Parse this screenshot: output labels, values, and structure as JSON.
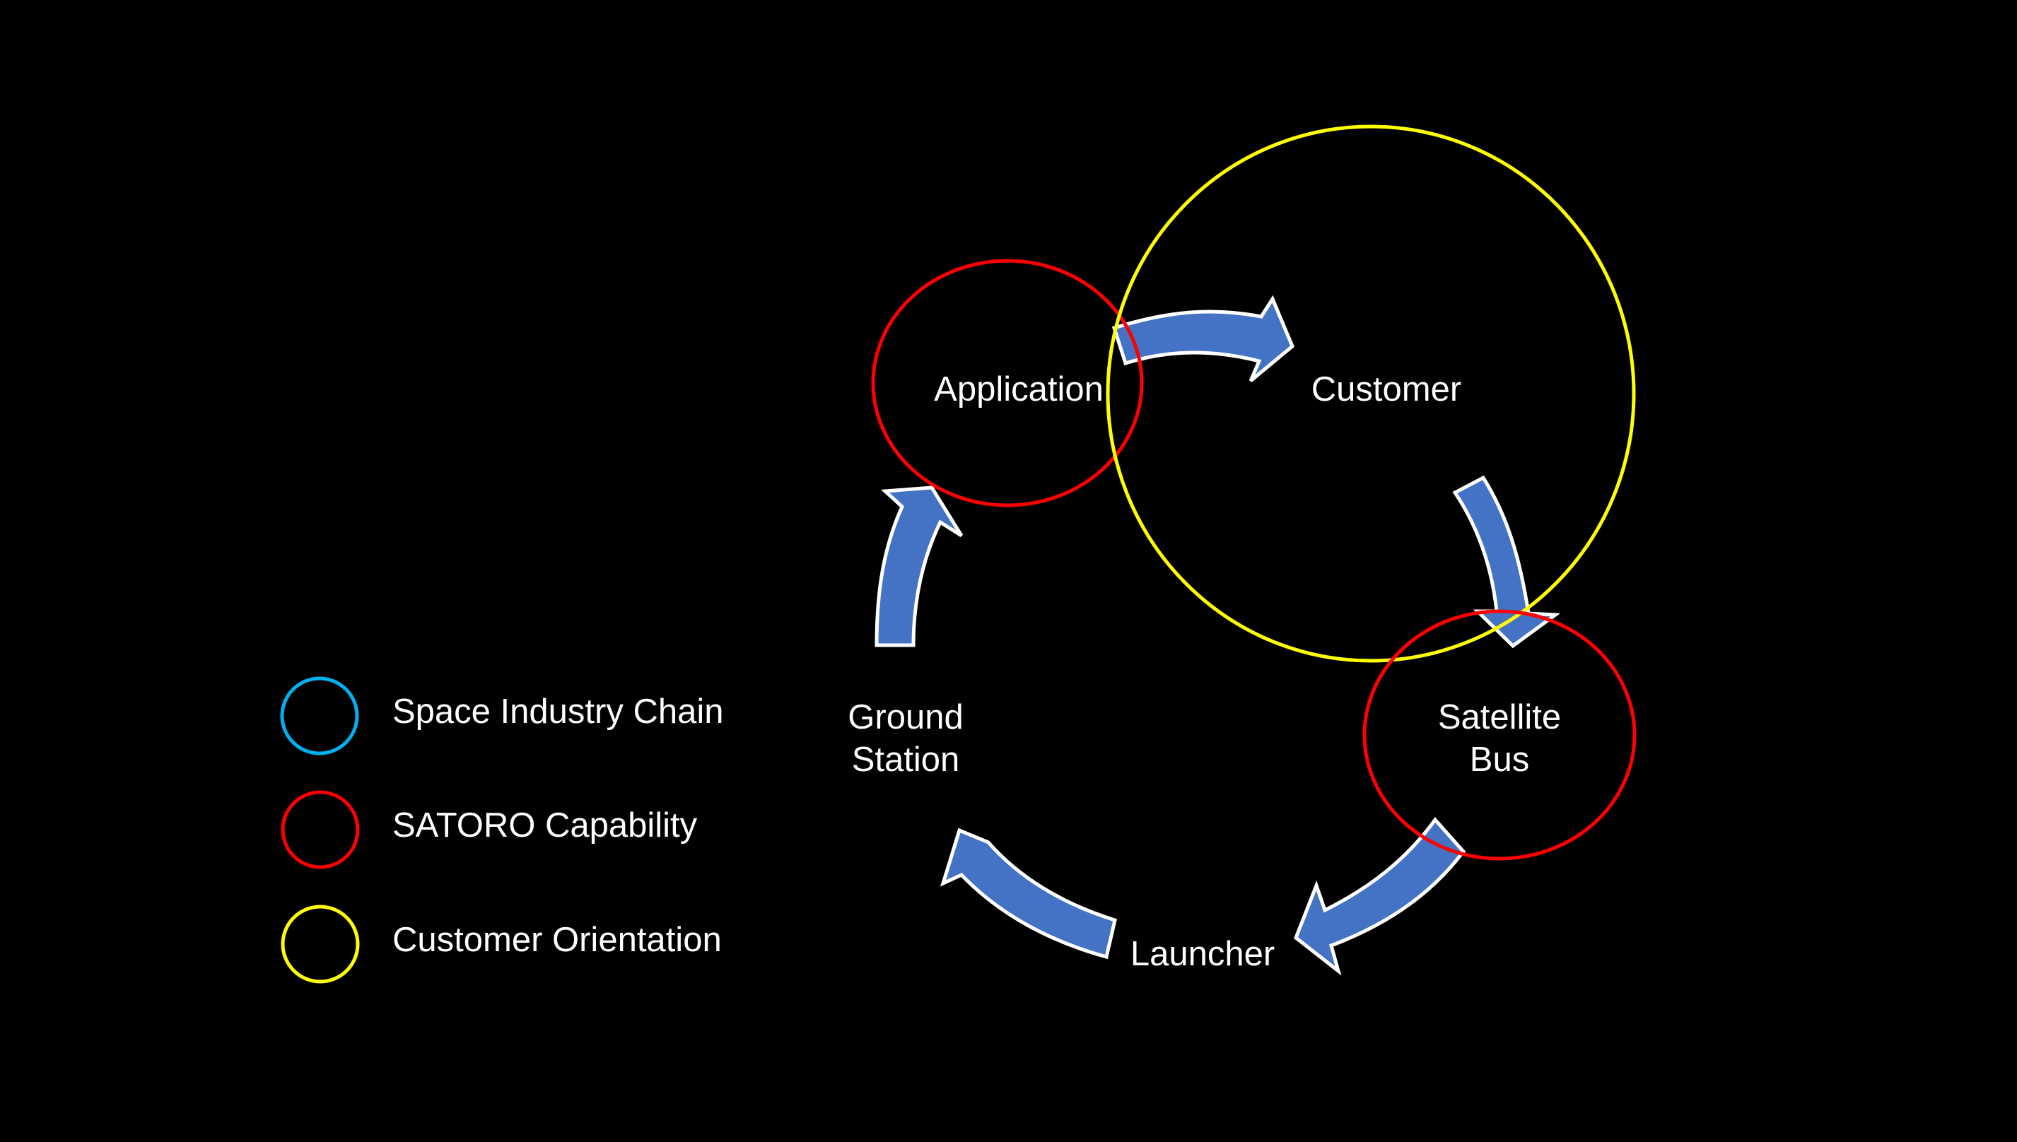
{
  "colors": {
    "background": "#000000",
    "arrow_fill": "#4472C4",
    "arrow_outline": "#FFFFFF",
    "space_industry_chain": "#00B0F0",
    "satoro_capability": "#FF0000",
    "customer_orientation": "#FFFF00",
    "text": "#FFFFFF"
  },
  "nodes": {
    "application": "Application",
    "customer": "Customer",
    "satellite_bus_line1": "Satellite",
    "satellite_bus_line2": "Bus",
    "launcher": "Launcher",
    "ground_station_line1": "Ground",
    "ground_station_line2": "Station"
  },
  "legend": [
    {
      "label": "Space Industry Chain",
      "color": "#00B0F0"
    },
    {
      "label": "SATORO Capability",
      "color": "#FF0000"
    },
    {
      "label": "Customer Orientation",
      "color": "#FFFF00"
    }
  ]
}
